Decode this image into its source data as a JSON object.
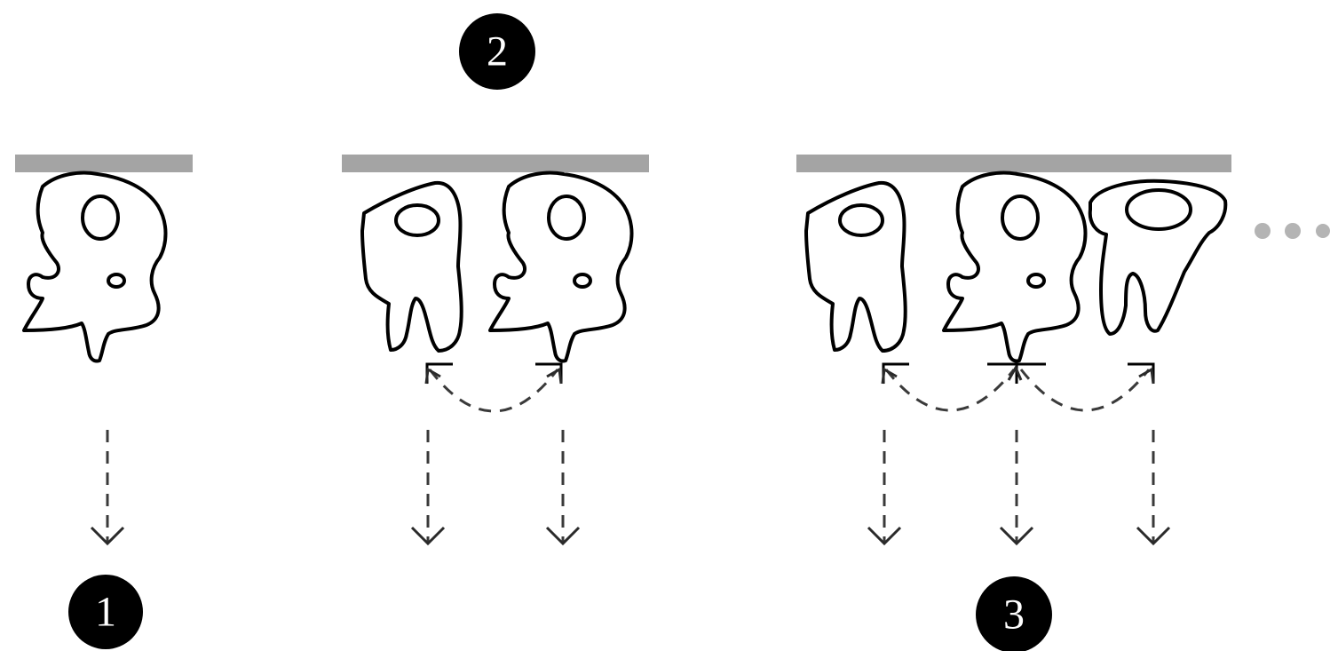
{
  "markers": [
    {
      "label": "1"
    },
    {
      "label": "2"
    },
    {
      "label": "3"
    }
  ],
  "colors": {
    "surface": "#a4a4a4",
    "outline": "#000000",
    "arrow": "#3a3a3a",
    "marker_fill": "#000000",
    "marker_text": "#ffffff",
    "ellipsis_dots": "#b4b4b4"
  },
  "icons": {
    "cell": "cell-icon",
    "downward_arrow": "dashed-down-arrow-icon",
    "exchange_arc": "dashed-arc-arrow-icon",
    "continuation": "ellipsis-icon"
  }
}
